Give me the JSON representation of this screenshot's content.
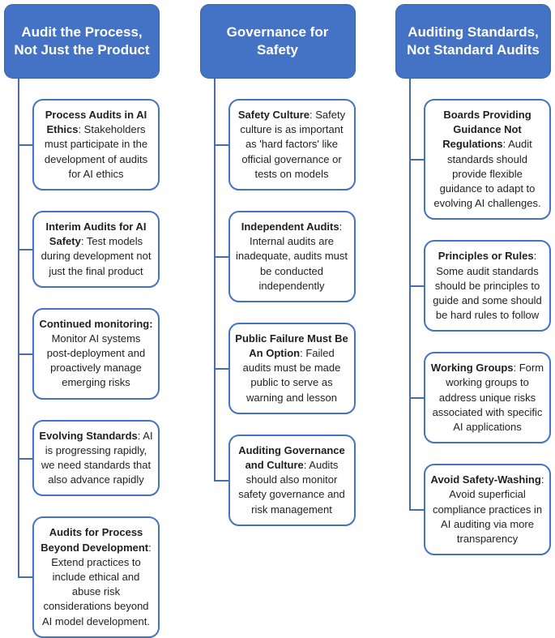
{
  "figure": {
    "colors": {
      "header_fill": "#4472C4",
      "header_text": "#FFFFFF",
      "box_border": "#4472C4",
      "connector": "#4A6DA8",
      "body_text": "#1F1F1F"
    },
    "columns": [
      {
        "header": "Audit the Process, Not Just the Product",
        "items": [
          {
            "title": "Process Audits in AI Ethics",
            "body": ": Stakeholders must participate in the development of audits for AI ethics"
          },
          {
            "title": "Interim Audits for AI Safety",
            "body": ": Test models during development not just the final product"
          },
          {
            "title": "Continued monitoring:",
            "body": " Monitor AI systems post-deployment and proactively manage emerging risks"
          },
          {
            "title": "Evolving Standards",
            "body": ": AI is progressing rapidly, we need standards that also advance rapidly"
          },
          {
            "title": "Audits for Process Beyond Development",
            "body": ": Extend practices to include ethical and abuse risk considerations beyond AI model development."
          }
        ]
      },
      {
        "header": "Governance for Safety",
        "items": [
          {
            "title": "Safety Culture",
            "body": ": Safety culture is as important as 'hard factors' like official governance or tests on models"
          },
          {
            "title": "Independent Audits",
            "body": ": Internal audits are inadequate, audits must be conducted independently"
          },
          {
            "title": "Public Failure Must Be An Option",
            "body": ": Failed audits must be made public to serve as warning and lesson"
          },
          {
            "title": "Auditing Governance and Culture",
            "body": ": Audits should also monitor safety governance and risk management"
          }
        ]
      },
      {
        "header": "Auditing Standards, Not Standard Audits",
        "items": [
          {
            "title": "Boards Providing Guidance Not Regulations",
            "body": ": Audit standards should provide flexible guidance to adapt to evolving AI challenges."
          },
          {
            "title": "Principles or Rules",
            "body": ": Some audit standards should be principles to guide and some should be hard rules to follow"
          },
          {
            "title": "Working Groups",
            "body": ": Form working groups to address unique risks associated with specific AI applications"
          },
          {
            "title": "Avoid Safety-Washing",
            "body": ": Avoid superficial compliance practices in AI auditing via more transparency"
          }
        ]
      }
    ]
  }
}
